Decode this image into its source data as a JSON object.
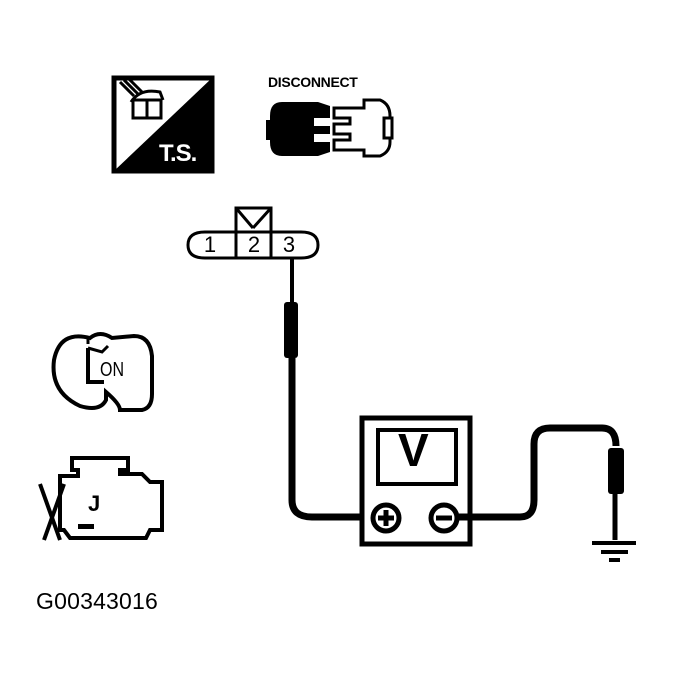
{
  "figure": {
    "id_label": "G00343016",
    "background": "#ffffff",
    "ink_color": "#000000"
  },
  "icons": {
    "test_symbol": {
      "label": "T.S.",
      "name": "ts-harness-icon"
    },
    "disconnect": {
      "label": "DISCONNECT",
      "name": "disconnect-connector-icon"
    },
    "ignition": {
      "label": "ON",
      "name": "ignition-key-on-icon"
    },
    "engine": {
      "glyph": "J",
      "name": "engine-check-icon"
    }
  },
  "connector": {
    "pins": [
      {
        "number": "1"
      },
      {
        "number": "2"
      },
      {
        "number": "3"
      }
    ],
    "probed_pin": "3",
    "marked_pin": "2"
  },
  "meter": {
    "label": "V",
    "positive": "+",
    "negative": "−"
  },
  "ground": {
    "name": "ground-symbol"
  }
}
